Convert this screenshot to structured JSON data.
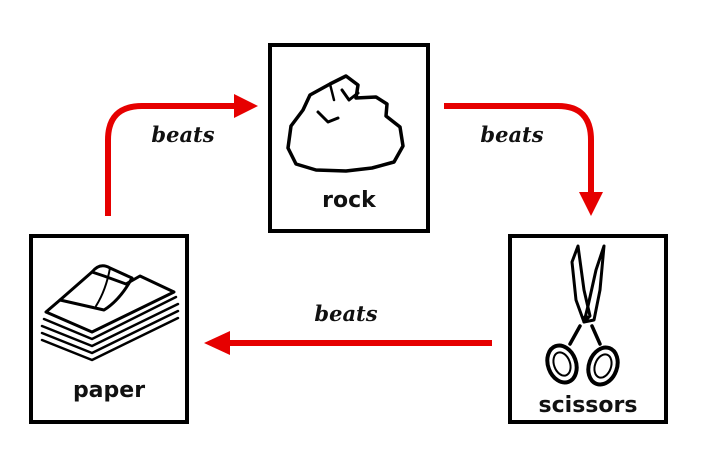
{
  "nodes": {
    "rock": {
      "label": "rock",
      "icon": "rock-icon"
    },
    "paper": {
      "label": "paper",
      "icon": "paper-stack-icon"
    },
    "scissors": {
      "label": "scissors",
      "icon": "scissors-icon"
    }
  },
  "edges": {
    "paper_rock": {
      "label": "beats"
    },
    "rock_scissors": {
      "label": "beats"
    },
    "scissors_paper": {
      "label": "beats"
    }
  },
  "colors": {
    "arrow": "#e60000",
    "border": "#000000"
  }
}
